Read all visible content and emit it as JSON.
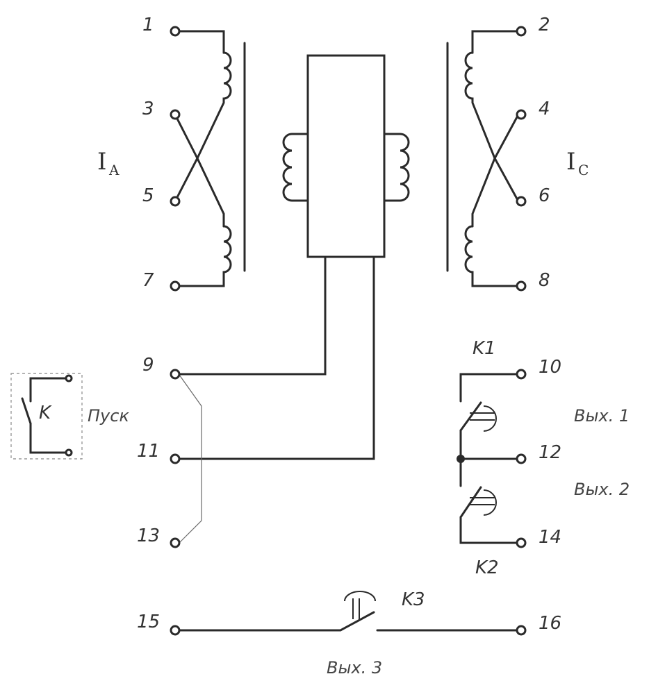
{
  "terminals": {
    "t1": "1",
    "t2": "2",
    "t3": "3",
    "t4": "4",
    "t5": "5",
    "t6": "6",
    "t7": "7",
    "t8": "8",
    "t9": "9",
    "t10": "10",
    "t11": "11",
    "t12": "12",
    "t13": "13",
    "t14": "14",
    "t15": "15",
    "t16": "16"
  },
  "currents": {
    "left": {
      "main": "I",
      "sub": "A"
    },
    "right": {
      "main": "I",
      "sub": "C"
    }
  },
  "contacts": {
    "k1": "K1",
    "k2": "K2",
    "k3": "K3",
    "k": "K"
  },
  "outputs": {
    "out1": "Вых. 1",
    "out2": "Вых. 2",
    "out3": "Вых. 3"
  },
  "start_label": "Пуск",
  "colors": {
    "line": "#2a2a2a",
    "text": "#333333",
    "dashed_box": "#9a9a9a"
  }
}
